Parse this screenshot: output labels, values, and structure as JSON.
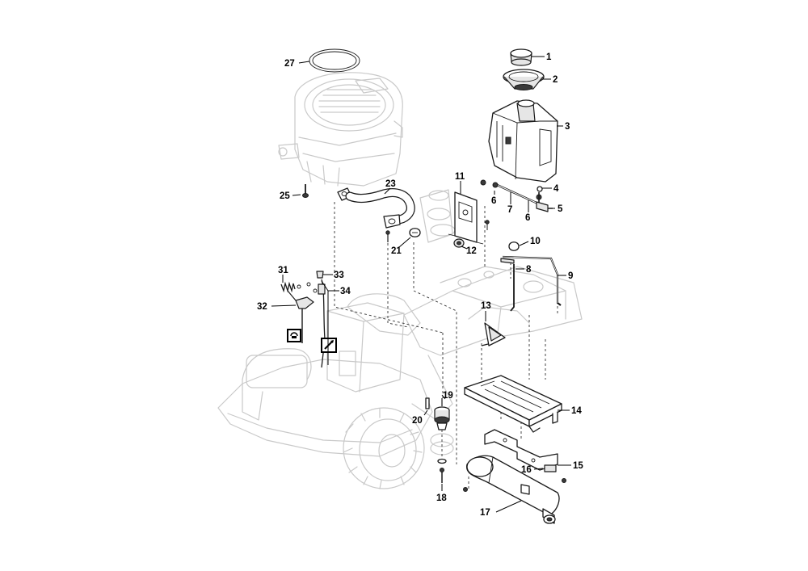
{
  "callouts": [
    {
      "id": "c1",
      "label": "1"
    },
    {
      "id": "c2",
      "label": "2"
    },
    {
      "id": "c3",
      "label": "3"
    },
    {
      "id": "c4",
      "label": "4"
    },
    {
      "id": "c5",
      "label": "5"
    },
    {
      "id": "c6a",
      "label": "6"
    },
    {
      "id": "c6b",
      "label": "6"
    },
    {
      "id": "c7",
      "label": "7"
    },
    {
      "id": "c8",
      "label": "8"
    },
    {
      "id": "c9",
      "label": "9"
    },
    {
      "id": "c10",
      "label": "10"
    },
    {
      "id": "c11",
      "label": "11"
    },
    {
      "id": "c12",
      "label": "12"
    },
    {
      "id": "c13",
      "label": "13"
    },
    {
      "id": "c14",
      "label": "14"
    },
    {
      "id": "c15",
      "label": "15"
    },
    {
      "id": "c16",
      "label": "16"
    },
    {
      "id": "c17",
      "label": "17"
    },
    {
      "id": "c18",
      "label": "18"
    },
    {
      "id": "c19",
      "label": "19"
    },
    {
      "id": "c20",
      "label": "20"
    },
    {
      "id": "c21",
      "label": "21"
    },
    {
      "id": "c23",
      "label": "23"
    },
    {
      "id": "c25",
      "label": "25"
    },
    {
      "id": "c27",
      "label": "27"
    },
    {
      "id": "c31",
      "label": "31"
    },
    {
      "id": "c32",
      "label": "32"
    },
    {
      "id": "c33",
      "label": "33"
    },
    {
      "id": "c34",
      "label": "34"
    }
  ]
}
